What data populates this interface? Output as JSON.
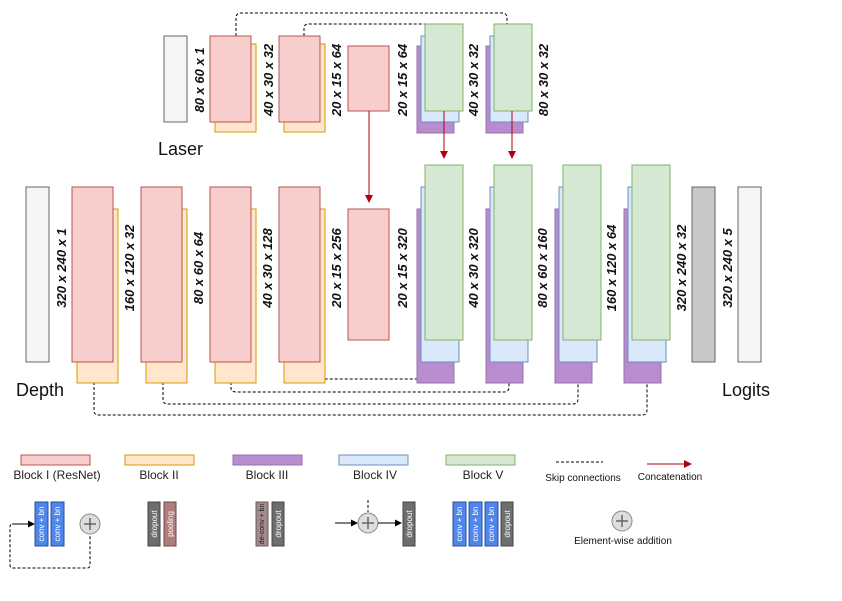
{
  "colors": {
    "block_i_fill": "#f8cecc",
    "block_i_stroke": "#b85450",
    "block_ii_fill": "#ffe6cc",
    "block_ii_stroke": "#d79b00",
    "block_iii_fill": "#b98ccf",
    "block_iii_stroke": "#9673a6",
    "block_iv_fill": "#dae8fc",
    "block_iv_stroke": "#6c8ebf",
    "block_v_fill": "#d5e8d4",
    "block_v_stroke": "#82b366",
    "input_fill": "#f5f5f5",
    "input_stroke": "#666666",
    "gray_fill": "#c8c8c8",
    "concat_arrow": "#b20010",
    "conv_bn_fill": "#4f86e8",
    "dropout_fill": "#6e6e6e",
    "pooling_fill": "#b07c7c",
    "deconv_fill": "#a08a8a"
  },
  "labels": {
    "laser": "Laser",
    "depth": "Depth",
    "logits": "Logits"
  },
  "laser_dims": [
    "80 x 60 x 1",
    "40 x 30 x 32",
    "20 x 15 x 64",
    "20 x 15 x 64",
    "40 x 30 x 32",
    "80 x 30 x 32"
  ],
  "depth_dims": [
    "320 x 240 x 1",
    "160 x 120 x 32",
    "80 x 60 x 64",
    "40 x 30 x 128",
    "20 x 15 x 256",
    "20 x 15 x 320",
    "40 x 30 x 320",
    "80 x 60 x 160",
    "160 x 120 x 64",
    "320 x 240 x 32",
    "320 x 240 x 5"
  ],
  "legend": {
    "block_i": "Block I (ResNet)",
    "block_ii": "Block II",
    "block_iii": "Block III",
    "block_iv": "Block IV",
    "block_v": "Block V",
    "skip": "Skip connections",
    "concat": "Concatenation",
    "addition": "Element-wise addition"
  },
  "ops": {
    "conv_bn": "conv + bn",
    "dropout": "dropout",
    "pooling": "pooling",
    "deconv_bn": "de-conv + bn"
  }
}
